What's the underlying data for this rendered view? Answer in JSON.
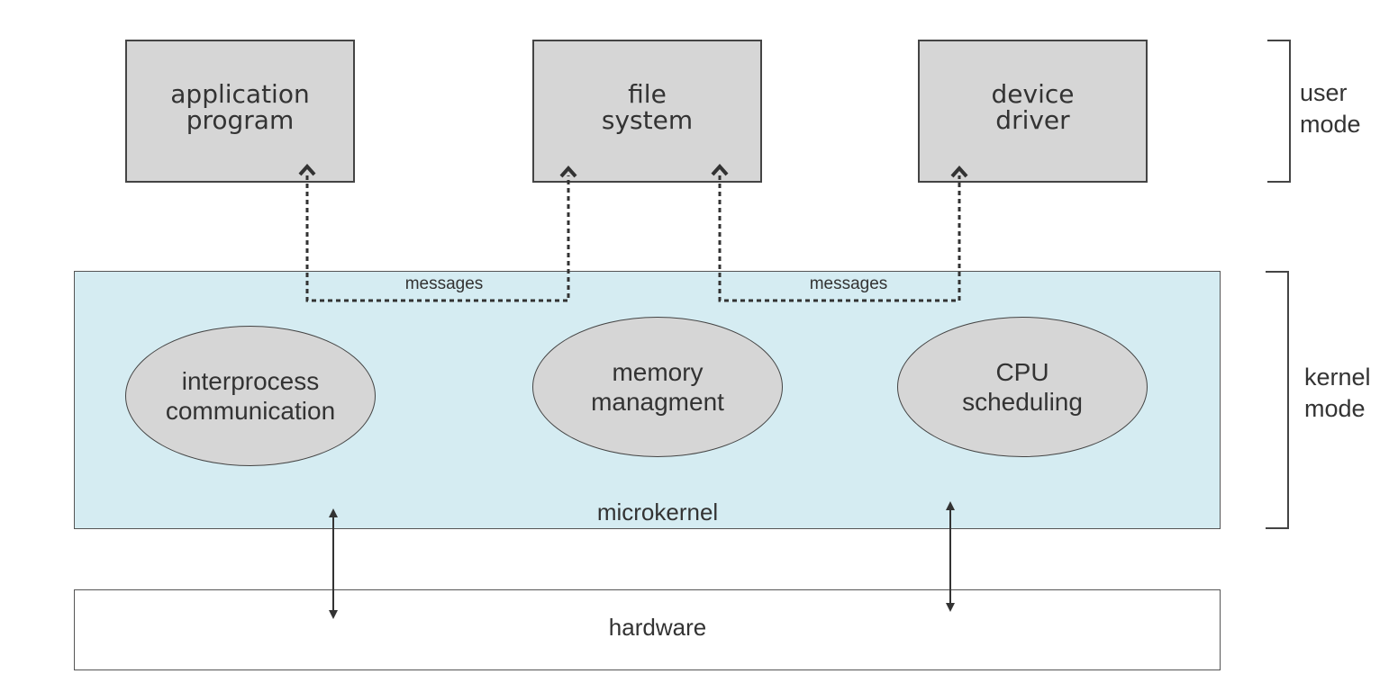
{
  "diagram": {
    "user_boxes": [
      {
        "line1": "application",
        "line2": "program"
      },
      {
        "line1": "file",
        "line2": "system"
      },
      {
        "line1": "device",
        "line2": "driver"
      }
    ],
    "kernel_components": [
      {
        "line1": "interprocess",
        "line2": "communication"
      },
      {
        "line1": "memory",
        "line2": "managment"
      },
      {
        "line1": "CPU",
        "line2": "scheduling"
      }
    ],
    "message_labels": [
      "messages",
      "messages"
    ],
    "microkernel_label": "microkernel",
    "hardware_label": "hardware",
    "mode_labels": {
      "user": {
        "line1": "user",
        "line2": "mode"
      },
      "kernel": {
        "line1": "kernel",
        "line2": "mode"
      }
    },
    "colors": {
      "box_fill": "#d6d6d6",
      "kernel_fill": "#d5ecf2",
      "stroke": "#444444"
    }
  }
}
